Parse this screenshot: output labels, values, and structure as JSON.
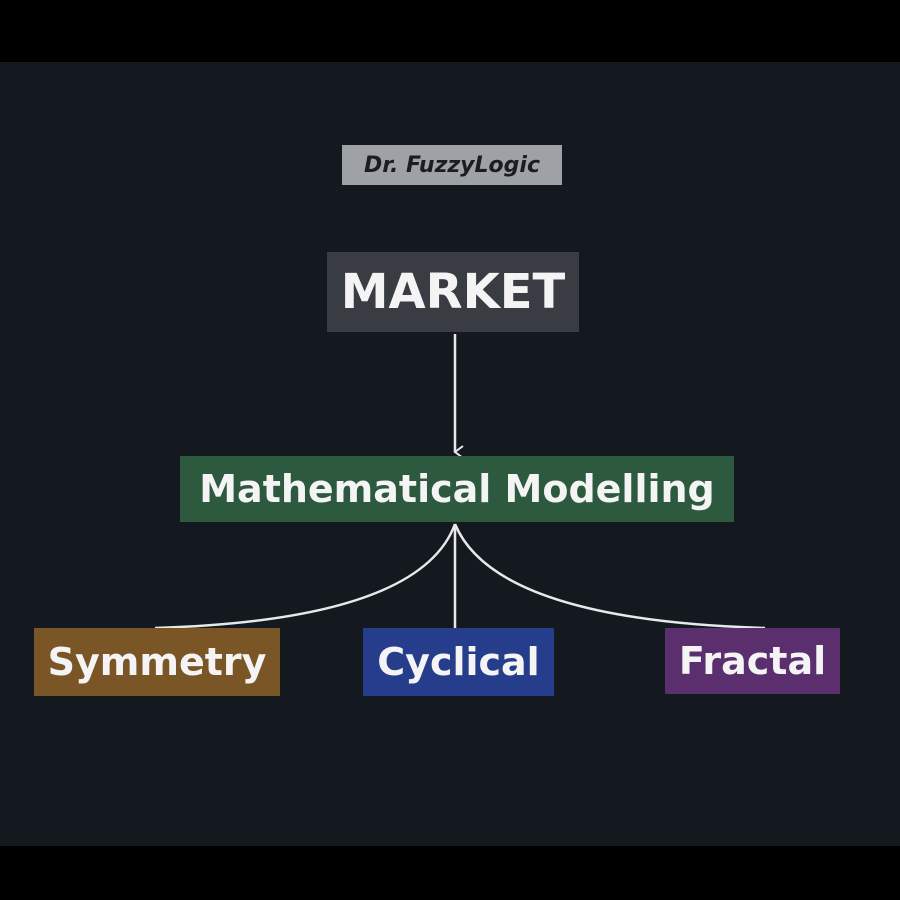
{
  "author": "Dr. FuzzyLogic",
  "root": {
    "label": "MARKET",
    "color": "#3a3c43"
  },
  "middle": {
    "label": "Mathematical Modelling",
    "color": "#2d5a3e"
  },
  "children": [
    {
      "label": "Symmetry",
      "color": "#7a5526"
    },
    {
      "label": "Cyclical",
      "color": "#253d8a"
    },
    {
      "label": "Fractal",
      "color": "#5b2f6e"
    }
  ],
  "connector_color": "#e8e8e8",
  "background_color": "#14181f"
}
